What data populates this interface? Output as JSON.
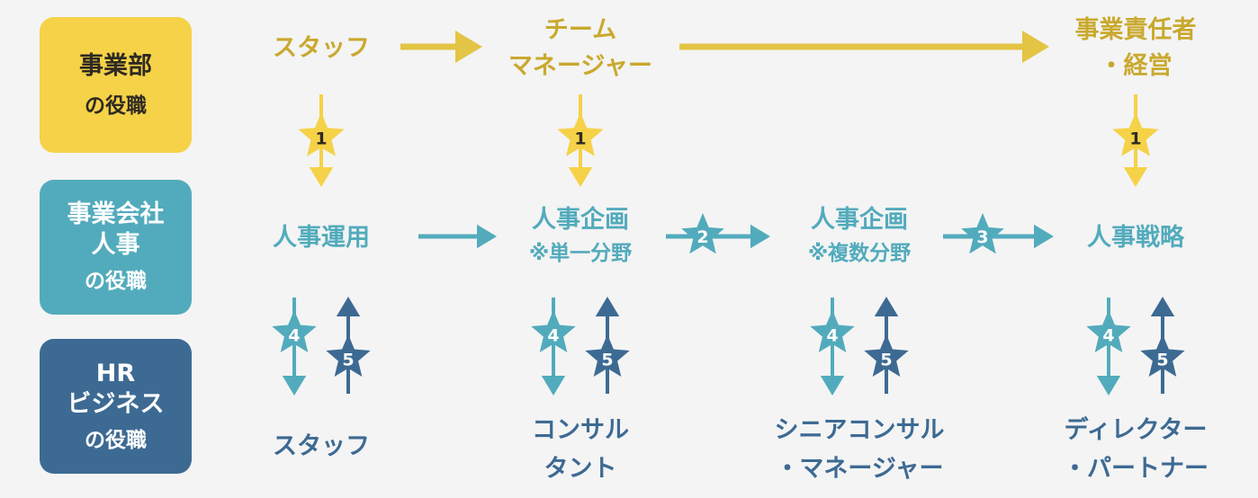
{
  "row_headers": [
    {
      "title": "事業部",
      "subtitle": "の役職"
    },
    {
      "title": "事業会社\n人事",
      "title_lines": [
        "事業会社",
        "人事"
      ],
      "subtitle": "の役職"
    },
    {
      "title_lines": [
        "HR",
        "ビジネス"
      ],
      "subtitle": "の役職"
    }
  ],
  "business_roles": {
    "staff": "スタッフ",
    "team_manager": [
      "チーム",
      "マネージャー"
    ],
    "executive": [
      "事業責任者",
      "・経営"
    ]
  },
  "hr_roles": {
    "operations": "人事運用",
    "planning_single": {
      "title": "人事企画",
      "note": "※単一分野"
    },
    "planning_multi": {
      "title": "人事企画",
      "note": "※複数分野"
    },
    "strategy": "人事戦略"
  },
  "hr_business_roles": {
    "staff": "スタッフ",
    "consultant": [
      "コンサル",
      "タント"
    ],
    "senior": [
      "シニアコンサル",
      "・マネージャー"
    ],
    "director": [
      "ディレクター",
      "・パートナー"
    ]
  },
  "star_labels": {
    "s1": "1",
    "s2": "2",
    "s3": "3",
    "s4": "4",
    "s5": "5"
  },
  "colors": {
    "yellow": "#f5d247",
    "gold_text": "#c9a92e",
    "yellow_arrow": "#e3c444",
    "teal": "#52abbc",
    "blue": "#3d6a93",
    "background": "#f4f4f4"
  }
}
